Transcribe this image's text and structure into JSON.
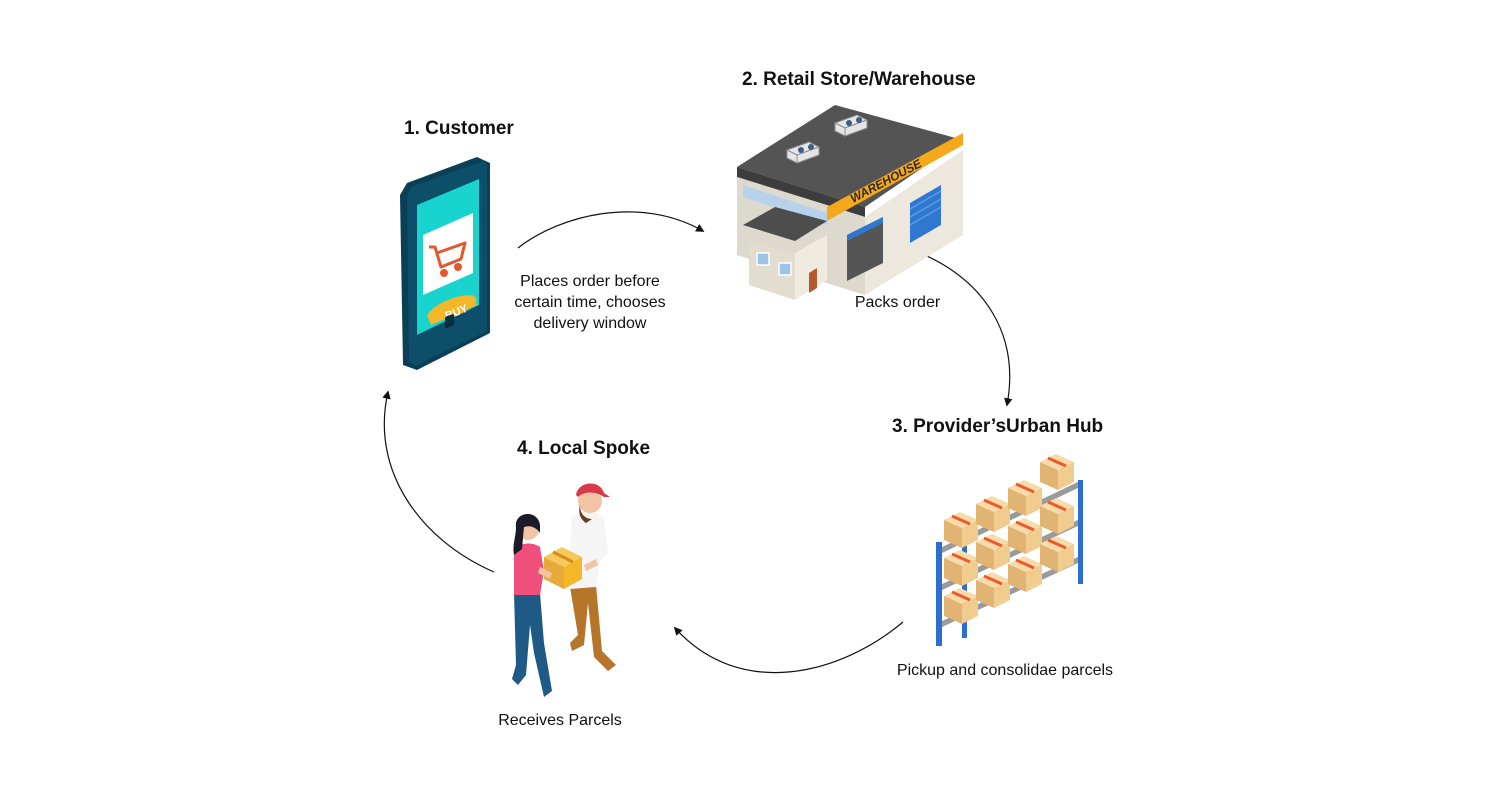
{
  "steps": {
    "customer": {
      "title": "1. Customer"
    },
    "warehouse": {
      "title": "2. Retail Store/Warehouse",
      "sign": "WAREHOUSE"
    },
    "hub": {
      "title": "3. Provider’sUrban Hub"
    },
    "spoke": {
      "title": "4. Local Spoke"
    }
  },
  "phone": {
    "buy_label": "BUY"
  },
  "captions": {
    "places_order_lines": [
      "Places order before",
      "certain time, chooses",
      "delivery window"
    ],
    "packs_order": "Packs order",
    "pickup": "Pickup and consolidae parcels",
    "receives": "Receives Parcels"
  },
  "colors": {
    "phone_body": "#0d4f6b",
    "phone_screen": "#19d3cf",
    "cart": "#e4572e",
    "buy_button": "#f5b72a",
    "warehouse_sign": "#f5a81c",
    "warehouse_door": "#2f78d1",
    "shelf_frame": "#2d6fd0",
    "box": "#f0cc8f",
    "box_tape": "#ef5a2a",
    "woman_top": "#ef4f7b",
    "man_cap": "#d93a4a"
  }
}
